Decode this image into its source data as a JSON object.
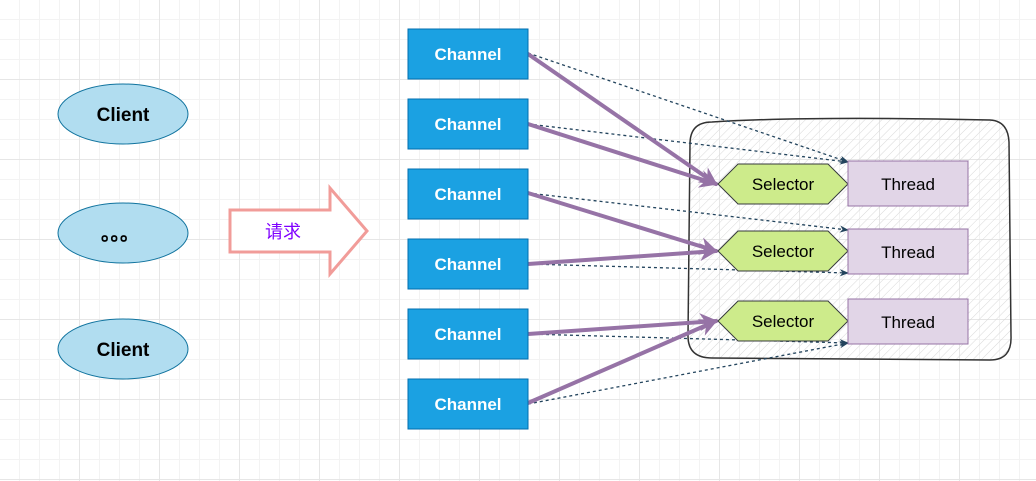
{
  "clients": [
    {
      "label": "Client"
    },
    {
      "label": "。。。"
    },
    {
      "label": "Client"
    }
  ],
  "request_arrow": {
    "label": "请求"
  },
  "channels": [
    {
      "label": "Channel"
    },
    {
      "label": "Channel"
    },
    {
      "label": "Channel"
    },
    {
      "label": "Channel"
    },
    {
      "label": "Channel"
    },
    {
      "label": "Channel"
    }
  ],
  "selectors": [
    {
      "label": "Selector"
    },
    {
      "label": "Selector"
    },
    {
      "label": "Selector"
    }
  ],
  "threads": [
    {
      "label": "Thread"
    },
    {
      "label": "Thread"
    },
    {
      "label": "Thread"
    }
  ],
  "colors": {
    "client_fill": "#b1ddf0",
    "client_stroke": "#10739e",
    "channel_fill": "#1ba1e2",
    "channel_stroke": "#006eaf",
    "selector_fill": "#cdeb8b",
    "selector_stroke": "#36393d",
    "thread_fill": "#e1d5e7",
    "thread_stroke": "#9673a6",
    "request_arrow_stroke": "#f19c99",
    "request_text": "#7f00ff",
    "purple_arrow": "#9673a6",
    "dashed_arrow": "#23445d"
  }
}
